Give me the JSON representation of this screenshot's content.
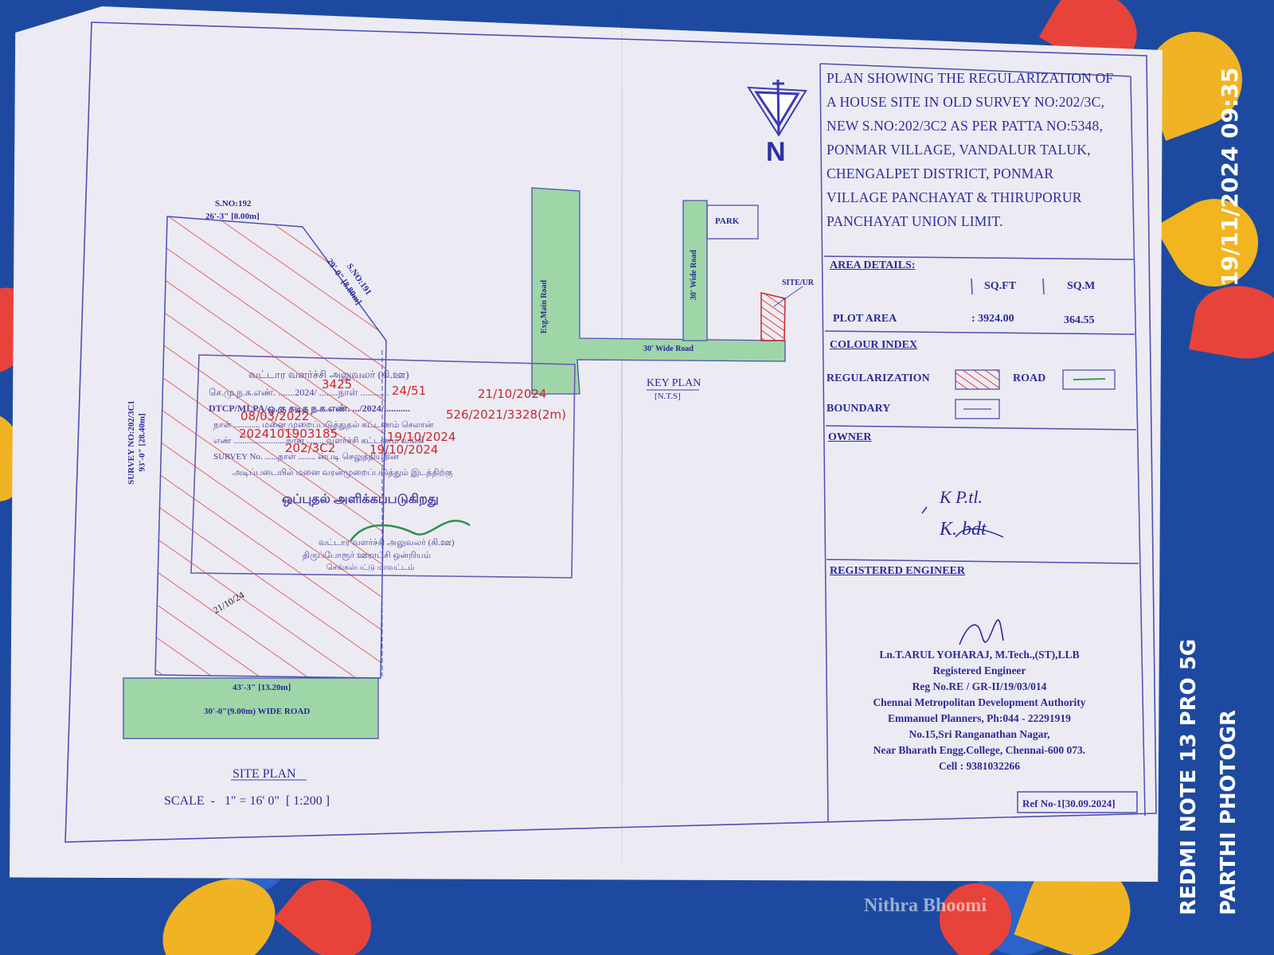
{
  "north": {
    "label": "N"
  },
  "title": {
    "lines": [
      "PLAN SHOWING THE REGULARIZATION OF",
      "A HOUSE SITE IN OLD SURVEY NO:202/3C,",
      "NEW S.NO:202/3C2 AS PER PATTA NO:5348,",
      "PONMAR VILLAGE, VANDALUR TALUK,",
      "CHENGALPET DISTRICT, PONMAR",
      "VILLAGE PANCHAYAT & THIRUPORUR",
      "PANCHAYAT UNION LIMIT."
    ]
  },
  "area_details": {
    "heading": "AREA DETAILS:",
    "col_sqft": "SQ.FT",
    "col_sqm": "SQ.M",
    "row_label": "PLOT AREA",
    "sqft": ": 3924.00",
    "sqm": "364.55"
  },
  "colour_index": {
    "heading": "COLOUR INDEX",
    "regularization": "REGULARIZATION",
    "road": "ROAD",
    "boundary": "BOUNDARY",
    "regularization_color": "#d9423a",
    "road_color": "#3c9b58"
  },
  "owner": {
    "heading": "OWNER",
    "sig1": "K P.tl.",
    "sig2": "K. bdt"
  },
  "engineer": {
    "heading": "REGISTERED ENGINEER",
    "lines": [
      "Ln.T.ARUL YOHARAJ, M.Tech.,(ST),LLB",
      "Registered Engineer",
      "Reg No.RE / GR-II/19/03/014",
      "Chennai Metropolitan Development Authority",
      "Emmanuel Planners, Ph:044 - 22291919",
      "No.15,Sri Ranganathan Nagar,",
      "Near Bharath Engg.College, Chennai-600 073.",
      "Cell : 9381032266"
    ]
  },
  "ref": "Ref No-1[30.09.2024]",
  "key_plan": {
    "title": "KEY PLAN",
    "nts": "[N.T.S]",
    "park": "PARK",
    "site": "SITE/UR",
    "main_road": "Exg.Main Road",
    "wide_road_v": "30' Wide Road",
    "wide_road_h": "30' Wide Road"
  },
  "site_plan": {
    "title": "SITE PLAN",
    "scale": "SCALE  -   1\" = 16' 0\"  [ 1:200 ]",
    "top_sno": "S.NO:192",
    "top_dim": "26'-3\" [8.00m]",
    "diag_sno": "S.NO:191",
    "diag_dim": "29'-0\" [8.80m]",
    "left_sno": "SURVEY NO:202/3C1",
    "left_dim": "93'-0\" [28.40m]",
    "bottom_dim": "43'-3\" [13.20m]",
    "road": "30'-0\"(9.00m) WIDE ROAD"
  },
  "stamp": {
    "line1": "வட்டார வளர்ச்சி அலுவலர் (கி.ஊ)",
    "line2": "செ.மு.ந.க.எண். .......2024/ ........நாள் ............",
    "line3": "DTCP/MLPA/ஒ.கு கடித ந.க.எண். .../2024/...........",
    "line4": "நாள் ............ மனை முறைப்படுத்துதல் கட்டணம் செலான்",
    "line5": "எண் ........................நாள் ........ வளர்ச்சி கட்டணம் வங்கி",
    "line6": "SURVEY No. ......நாள் ........ ன்படி செலுத்தியதின்",
    "line7": "அடிப்படையில் மனை வரன்முறைப்படுத்தும் இடத்திற்கு",
    "line8": "ஒப்புதல் அளிக்கப்படுகிறது",
    "line9": "வட்டார வளர்ச்சி அலுவலர் (கி.ஊ)",
    "line10": "திருப்போரூர் ஊராட்சி ஒன்றியம்",
    "line11": "செங்கல்பட்டு மாவட்டம்",
    "hw1": "3425",
    "hw2": "24/51",
    "hw3": "21/10/2024",
    "hw4": "08/03/2022",
    "hw5": "526/2021/3328(2m)",
    "hw6": "2024101903185",
    "hw7": "19/10/2024",
    "hw8": "202/3C2",
    "hw9": "19/10/2024",
    "initial": "21/10/24"
  },
  "phone": {
    "datetime": "19/11/2024  09:35",
    "device": "REDMI NOTE 13 PRO 5G",
    "photographer": "PARTHI PHOTOGR"
  },
  "watermark": "Nithra Bhoomi"
}
